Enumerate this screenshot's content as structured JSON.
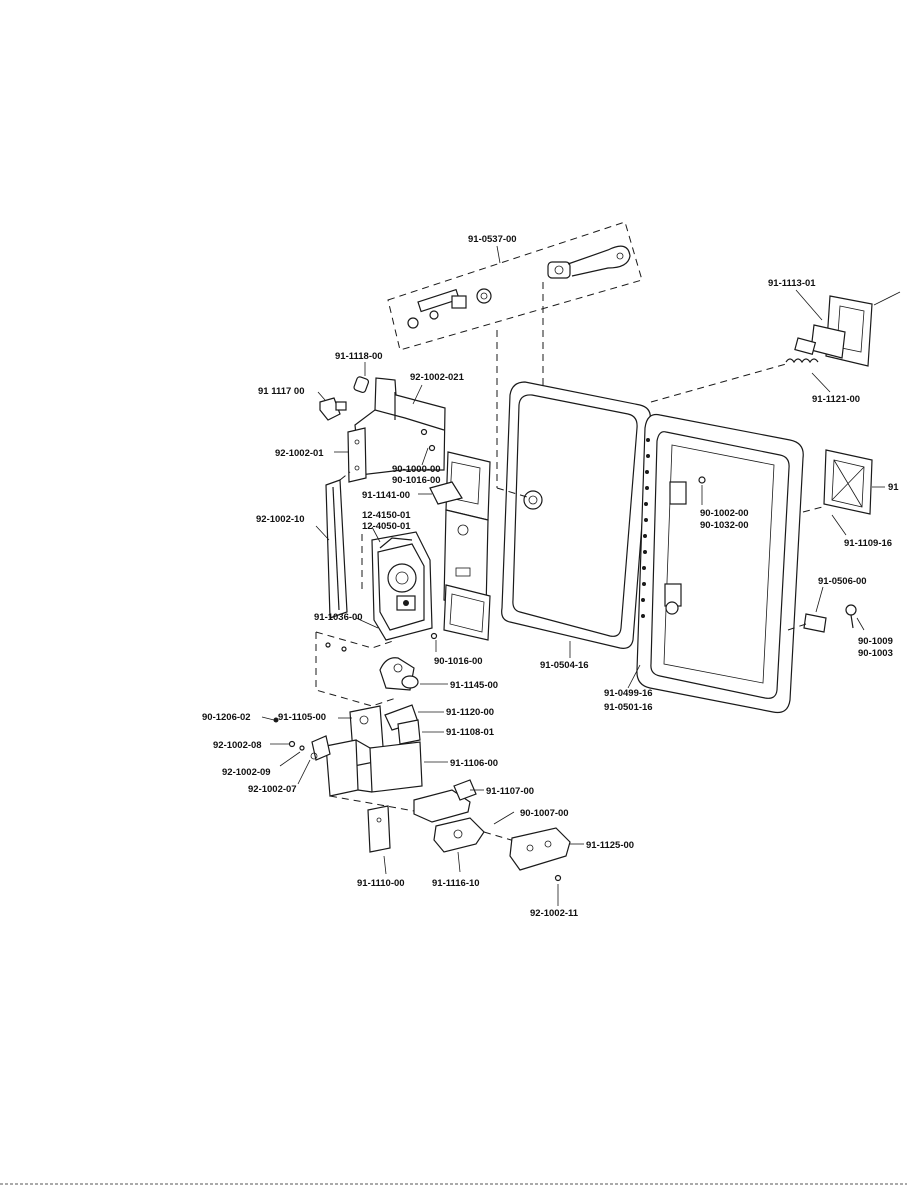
{
  "labels": {
    "l_0537": "91-0537-00",
    "l_1113": "91-1113-01",
    "l_1121": "91-1121-00",
    "l_1118": "91-1118-00",
    "l_1117": "91 1117 00",
    "l_1002_021": "92-1002-021",
    "l_1002_01": "92-1002-01",
    "l_1000": "90-1000-00",
    "l_1016a": "90-1016-00",
    "l_1141": "91-1141-00",
    "l_1002_10": "92-1002-10",
    "l_4150": "12-4150-01",
    "l_4050": "12-4050-01",
    "l_1036": "91-1036-00",
    "l_1016b": "90-1016-00",
    "l_1145": "91-1145-00",
    "l_1206": "90-1206-02",
    "l_1105": "91-1105-00",
    "l_1120": "91-1120-00",
    "l_1108": "91-1108-01",
    "l_1002_08": "92-1002-08",
    "l_1002_09": "92-1002-09",
    "l_1002_07": "92-1002-07",
    "l_1106": "91-1106-00",
    "l_1107": "91-1107-00",
    "l_1007": "90-1007-00",
    "l_1125": "91-1125-00",
    "l_1110": "91-1110-00",
    "l_1116": "91-1116-10",
    "l_1002_11": "92-1002-11",
    "l_0504": "91-0504-16",
    "l_0499": "91-0499-16",
    "l_0501": "91-0501-16",
    "l_1002_00": "90-1002-00",
    "l_1032": "90-1032-00",
    "l_1109": "91-1109-16",
    "l_0506": "91-0506-00",
    "l_1009": "90-1009",
    "l_1003": "90-1003",
    "l_91": "91"
  }
}
